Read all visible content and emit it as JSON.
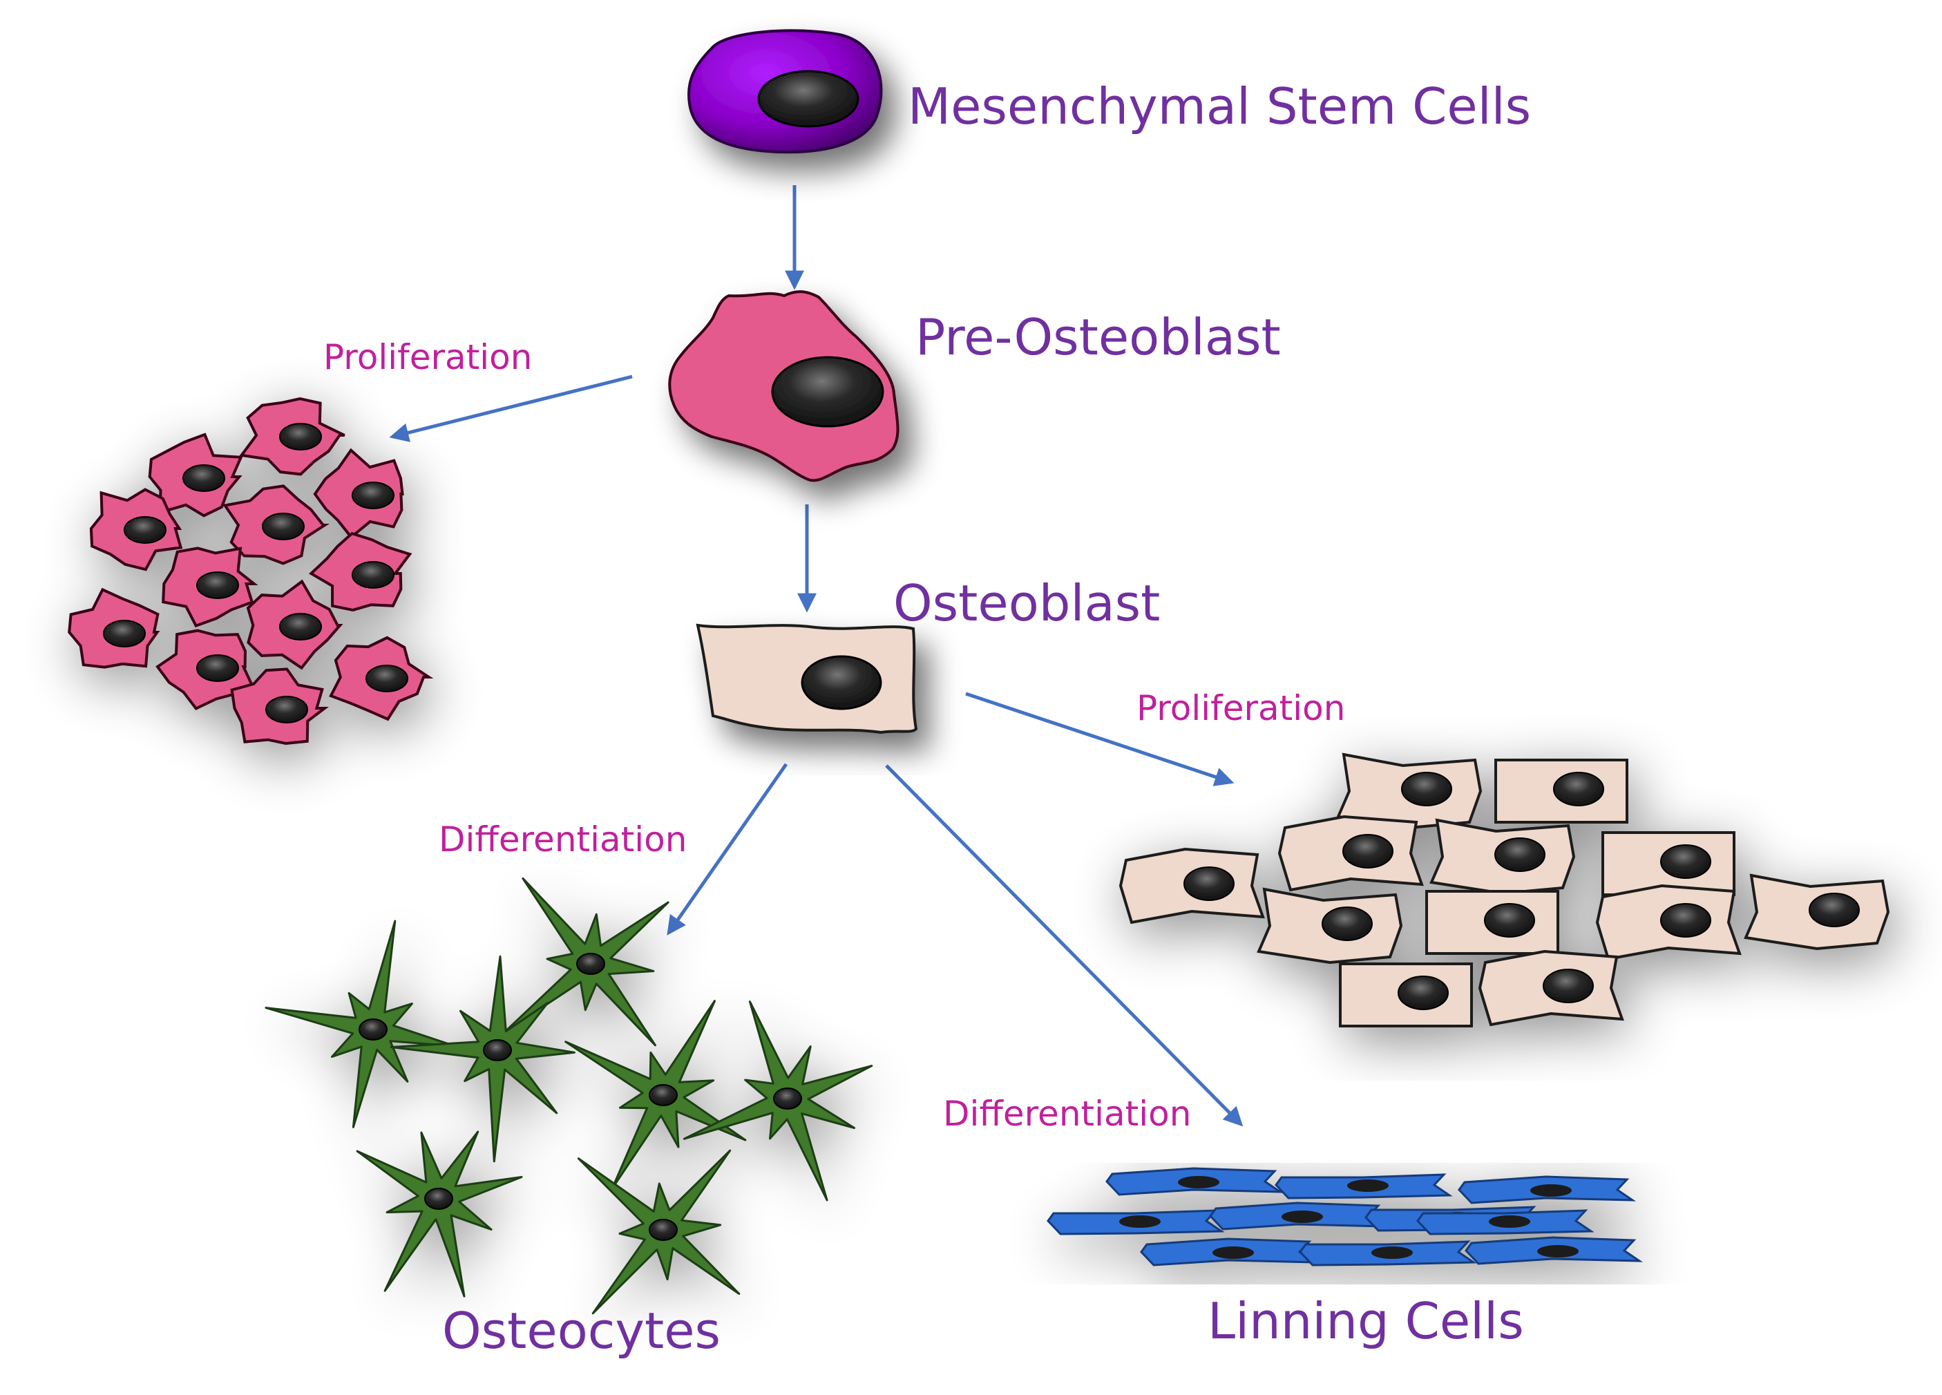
{
  "labels": {
    "msc": "Mesenchymal Stem Cells",
    "pre_osteoblast": "Pre-Osteoblast",
    "osteoblast": "Osteoblast",
    "osteocytes": "Osteocytes",
    "lining_cells": "Linning Cells",
    "proliferation_left": "Proliferation",
    "proliferation_right": "Proliferation",
    "differentiation_left": "Differentiation",
    "differentiation_right": "Differentiation"
  },
  "colors": {
    "stage_label": "#7030a0",
    "process_label": "#c0209c",
    "arrow": "#4472c4",
    "msc_cell": "#8a00c8",
    "pre_osteoblast_cell": "#e55a8c",
    "osteoblast_cell": "#efd9cc",
    "osteocyte_cell": "#3f7a2a",
    "lining_cell": "#2f6fd6",
    "nucleus": "#222222"
  }
}
